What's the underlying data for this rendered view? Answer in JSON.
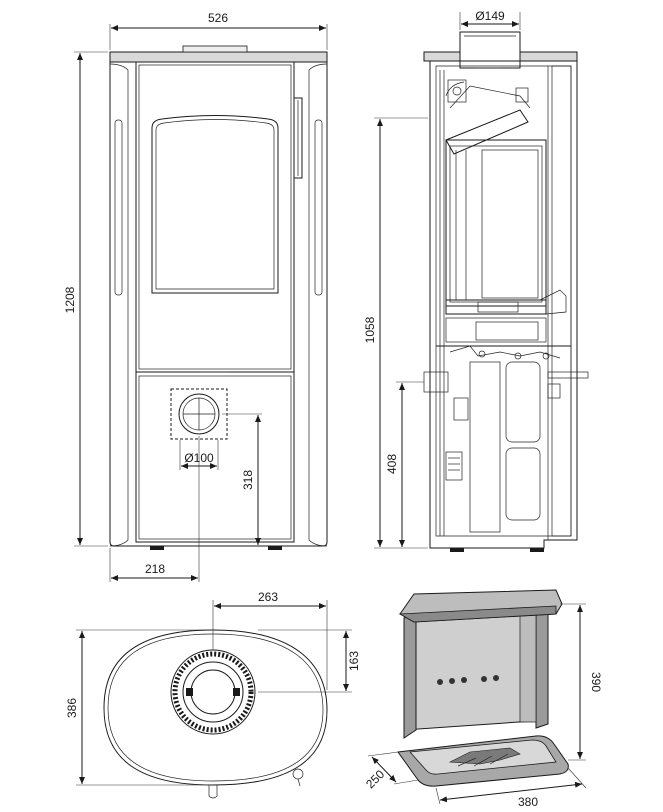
{
  "dimensions": {
    "front_width": "526",
    "front_height": "1208",
    "flue_top_diameter": "Ø149",
    "side_height_top_flue": "1058",
    "side_height_rear_flue": "408",
    "rear_flue_diameter": "Ø100",
    "rear_flue_height": "318",
    "rear_flue_offset": "218",
    "top_view_offset": "263",
    "top_view_center_offset": "163",
    "top_view_depth": "386",
    "accessory_height": "390",
    "accessory_depth": "250",
    "accessory_width": "380"
  },
  "colors": {
    "line": "#1a1a1a",
    "top_plate": "#d9d9d9",
    "panel": "#eeeeee",
    "accessory_dark": "#9a9a9a",
    "accessory_light": "#cfcfcf"
  }
}
